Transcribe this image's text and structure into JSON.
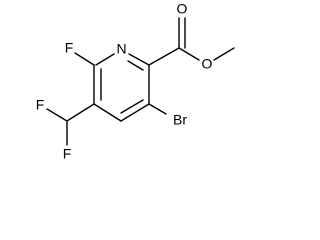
{
  "molecule": {
    "atoms": {
      "ring_n": "N",
      "carbonyl_o": "O",
      "ester_o": "O",
      "ring_f": "F",
      "chf2_f_upper": "F",
      "chf2_f_lower": "F",
      "br": "Br"
    },
    "colors": {
      "bond": "#000000",
      "label": "#000000",
      "background": "#ffffff"
    }
  }
}
